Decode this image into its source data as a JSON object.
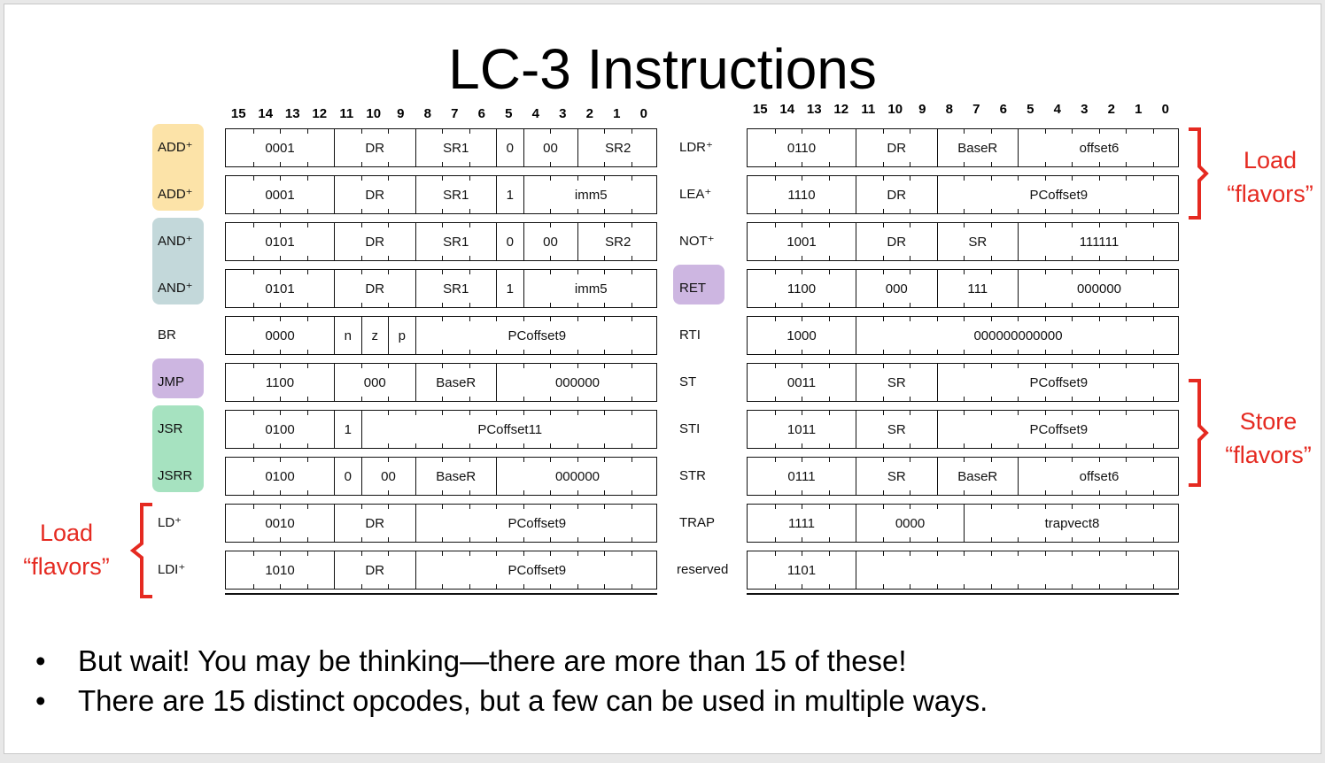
{
  "title": "LC-3 Instructions",
  "bit_numbers": [
    "15",
    "14",
    "13",
    "12",
    "11",
    "10",
    "9",
    "8",
    "7",
    "6",
    "5",
    "4",
    "3",
    "2",
    "1",
    "0"
  ],
  "colors": {
    "add": "#fce3a8",
    "and": "#c3d8da",
    "jmp": "#cdb6e1",
    "jsr": "#a6e2c0",
    "red": "#e52a21"
  },
  "left_rows": [
    {
      "label": "ADD⁺",
      "pill": "add",
      "fields": [
        {
          "t": "0001",
          "b": 4
        },
        {
          "t": "DR",
          "b": 3
        },
        {
          "t": "SR1",
          "b": 3
        },
        {
          "t": "0",
          "b": 1
        },
        {
          "t": "00",
          "b": 2
        },
        {
          "t": "SR2",
          "b": 3
        }
      ]
    },
    {
      "label": "ADD⁺",
      "pill": "add",
      "fields": [
        {
          "t": "0001",
          "b": 4
        },
        {
          "t": "DR",
          "b": 3
        },
        {
          "t": "SR1",
          "b": 3
        },
        {
          "t": "1",
          "b": 1
        },
        {
          "t": "imm5",
          "b": 5
        }
      ]
    },
    {
      "label": "AND⁺",
      "pill": "and",
      "fields": [
        {
          "t": "0101",
          "b": 4
        },
        {
          "t": "DR",
          "b": 3
        },
        {
          "t": "SR1",
          "b": 3
        },
        {
          "t": "0",
          "b": 1
        },
        {
          "t": "00",
          "b": 2
        },
        {
          "t": "SR2",
          "b": 3
        }
      ]
    },
    {
      "label": "AND⁺",
      "pill": "and",
      "fields": [
        {
          "t": "0101",
          "b": 4
        },
        {
          "t": "DR",
          "b": 3
        },
        {
          "t": "SR1",
          "b": 3
        },
        {
          "t": "1",
          "b": 1
        },
        {
          "t": "imm5",
          "b": 5
        }
      ]
    },
    {
      "label": "BR",
      "pill": "",
      "fields": [
        {
          "t": "0000",
          "b": 4
        },
        {
          "t": "n",
          "b": 1
        },
        {
          "t": "z",
          "b": 1
        },
        {
          "t": "p",
          "b": 1
        },
        {
          "t": "PCoffset9",
          "b": 9
        }
      ]
    },
    {
      "label": "JMP",
      "pill": "jmp",
      "fields": [
        {
          "t": "1100",
          "b": 4
        },
        {
          "t": "000",
          "b": 3
        },
        {
          "t": "BaseR",
          "b": 3
        },
        {
          "t": "000000",
          "b": 6
        }
      ]
    },
    {
      "label": "JSR",
      "pill": "jsr",
      "fields": [
        {
          "t": "0100",
          "b": 4
        },
        {
          "t": "1",
          "b": 1
        },
        {
          "t": "PCoffset11",
          "b": 11
        }
      ]
    },
    {
      "label": "JSRR",
      "pill": "jsr",
      "fields": [
        {
          "t": "0100",
          "b": 4
        },
        {
          "t": "0",
          "b": 1
        },
        {
          "t": "00",
          "b": 2
        },
        {
          "t": "BaseR",
          "b": 3
        },
        {
          "t": "000000",
          "b": 6
        }
      ]
    },
    {
      "label": "LD⁺",
      "pill": "",
      "fields": [
        {
          "t": "0010",
          "b": 4
        },
        {
          "t": "DR",
          "b": 3
        },
        {
          "t": "PCoffset9",
          "b": 9
        }
      ]
    },
    {
      "label": "LDI⁺",
      "pill": "",
      "fields": [
        {
          "t": "1010",
          "b": 4
        },
        {
          "t": "DR",
          "b": 3
        },
        {
          "t": "PCoffset9",
          "b": 9
        }
      ]
    }
  ],
  "right_rows": [
    {
      "label": "LDR⁺",
      "pill": "",
      "fields": [
        {
          "t": "0110",
          "b": 4
        },
        {
          "t": "DR",
          "b": 3
        },
        {
          "t": "BaseR",
          "b": 3
        },
        {
          "t": "offset6",
          "b": 6
        }
      ]
    },
    {
      "label": "LEA⁺",
      "pill": "",
      "fields": [
        {
          "t": "1110",
          "b": 4
        },
        {
          "t": "DR",
          "b": 3
        },
        {
          "t": "PCoffset9",
          "b": 9
        }
      ]
    },
    {
      "label": "NOT⁺",
      "pill": "",
      "fields": [
        {
          "t": "1001",
          "b": 4
        },
        {
          "t": "DR",
          "b": 3
        },
        {
          "t": "SR",
          "b": 3
        },
        {
          "t": "111111",
          "b": 6
        }
      ]
    },
    {
      "label": "RET",
      "pill": "jmp",
      "fields": [
        {
          "t": "1100",
          "b": 4
        },
        {
          "t": "000",
          "b": 3
        },
        {
          "t": "111",
          "b": 3
        },
        {
          "t": "000000",
          "b": 6
        }
      ]
    },
    {
      "label": "RTI",
      "pill": "",
      "fields": [
        {
          "t": "1000",
          "b": 4
        },
        {
          "t": "000000000000",
          "b": 12
        }
      ]
    },
    {
      "label": "ST",
      "pill": "",
      "fields": [
        {
          "t": "0011",
          "b": 4
        },
        {
          "t": "SR",
          "b": 3
        },
        {
          "t": "PCoffset9",
          "b": 9
        }
      ]
    },
    {
      "label": "STI",
      "pill": "",
      "fields": [
        {
          "t": "1011",
          "b": 4
        },
        {
          "t": "SR",
          "b": 3
        },
        {
          "t": "PCoffset9",
          "b": 9
        }
      ]
    },
    {
      "label": "STR",
      "pill": "",
      "fields": [
        {
          "t": "0111",
          "b": 4
        },
        {
          "t": "SR",
          "b": 3
        },
        {
          "t": "BaseR",
          "b": 3
        },
        {
          "t": "offset6",
          "b": 6
        }
      ]
    },
    {
      "label": "TRAP",
      "pill": "",
      "fields": [
        {
          "t": "1111",
          "b": 4
        },
        {
          "t": "0000",
          "b": 4
        },
        {
          "t": "trapvect8",
          "b": 8
        }
      ]
    },
    {
      "label": "reserved",
      "pill": "",
      "fields": [
        {
          "t": "1101",
          "b": 4
        },
        {
          "t": "",
          "b": 12
        }
      ]
    }
  ],
  "notes": {
    "load_right": {
      "line1": "Load",
      "line2": "“flavors”"
    },
    "store_right": {
      "line1": "Store",
      "line2": "“flavors”"
    },
    "load_left": {
      "line1": "Load",
      "line2": "“flavors”"
    }
  },
  "bullets": [
    "But wait! You may be thinking—there are more than 15 of these!",
    "There are 15 distinct opcodes, but a few can be used in multiple ways."
  ]
}
